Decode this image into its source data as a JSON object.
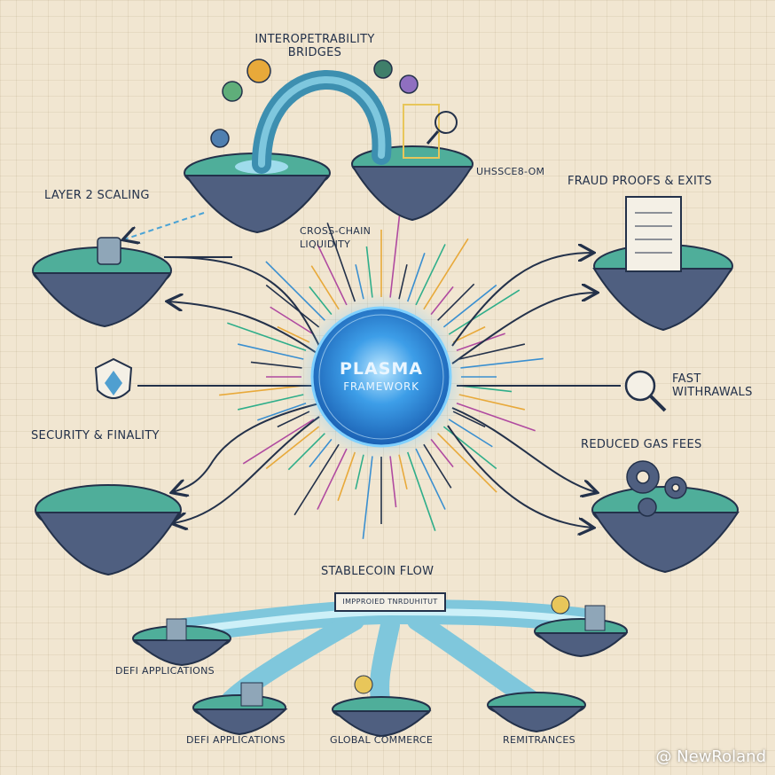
{
  "center": {
    "title": "PLASMA",
    "subtitle": "FRAMEWORK"
  },
  "labels": {
    "interop": "INTEROPETRABILITY\nBRIDGES",
    "garbled": "UHSSCE8-OM",
    "layer2": "LAYER 2 SCALING",
    "crosschain": "CROSS-CHAIN\nLIQUIDITY",
    "fraud": "FRAUD PROOFS & EXITS",
    "fast": "FAST\nWITHRAWALS",
    "security": "SECURITY & FINALITY",
    "gas": "REDUCED GAS FEES",
    "stablecoin": "STABLECOIN FLOW",
    "throughput": "IMPPROIED TNRDUHITUT",
    "defi1": "DEFI APPLICATIONS",
    "defi2": "DEFI APPLICATIONS",
    "global": "GLOBAL COMMERCE",
    "remit": "REMITRANCES"
  },
  "watermark": "@ NewRoland",
  "colors": {
    "ink": "#23314a",
    "island": "#4fae9a",
    "rock": "#4f5f80",
    "core": "#2f8fe0",
    "water": "#9fdcec"
  }
}
